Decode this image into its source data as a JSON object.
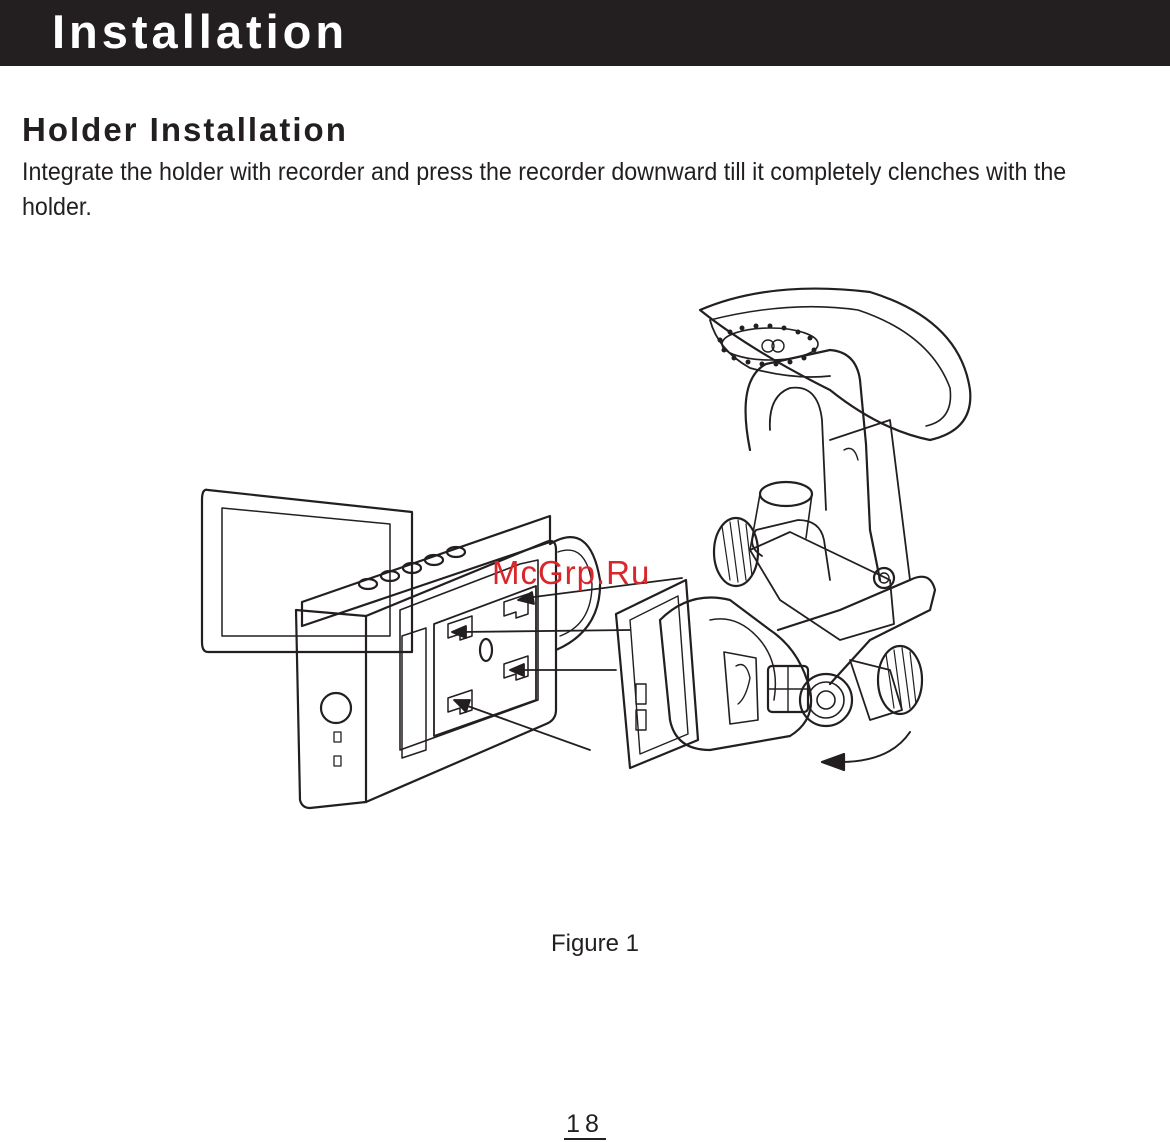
{
  "header": {
    "title": "Installation"
  },
  "section": {
    "title": "Holder Installation",
    "body": "Integrate the holder with recorder and press the recorder downward till it completely clenches with the holder."
  },
  "figure": {
    "watermark": "McGrp.Ru",
    "caption": "Figure 1"
  },
  "footer": {
    "page_number": "18"
  }
}
